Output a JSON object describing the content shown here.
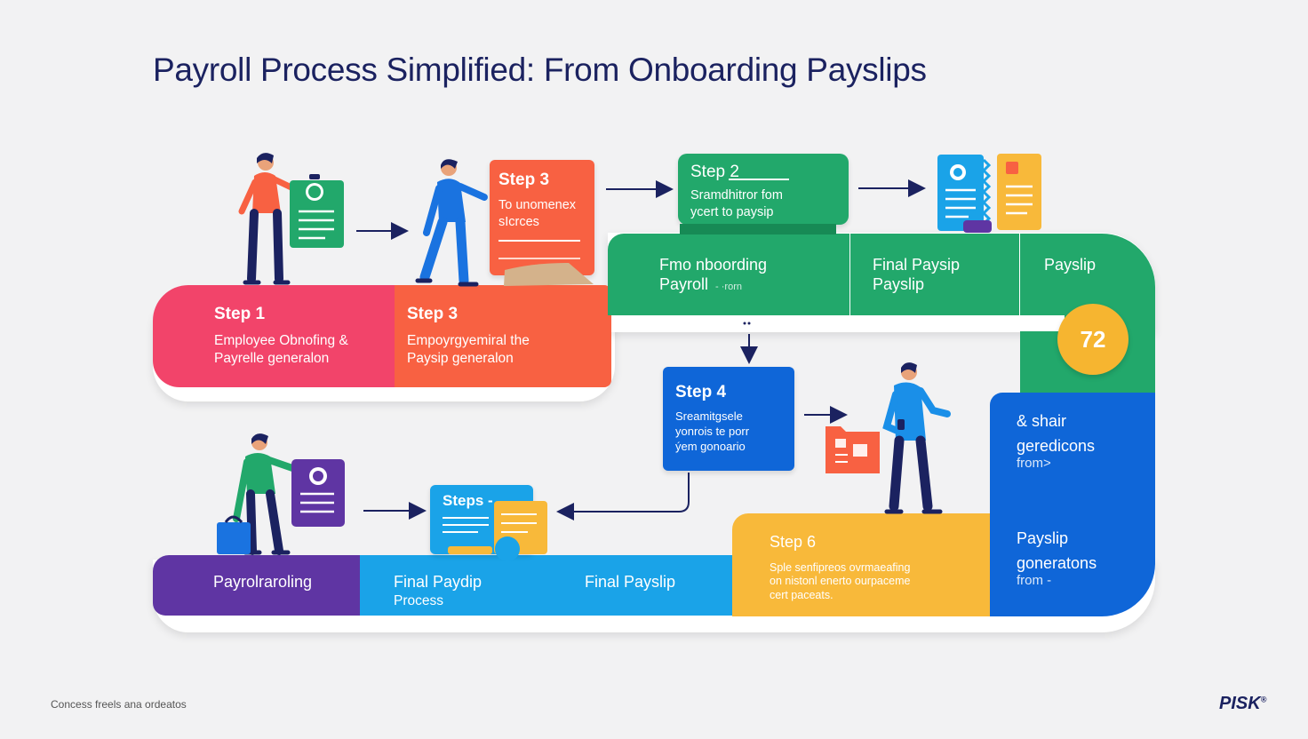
{
  "title": "Payroll Process Simplified: From Onboarding Payslips",
  "footer_text": "Concess freels ana ordeatos",
  "brand": "PISK",
  "brand_mark": "®",
  "badge_value": "72",
  "top_card_step3": {
    "heading": "Step 3",
    "line1": "To unomenex",
    "line2": "sIcrces"
  },
  "top_card_step2": {
    "heading": "Step 2",
    "line1": "Sramdhitror fom",
    "line2": "ycert to paysip"
  },
  "upper_band": {
    "seg1": {
      "heading": "Step 1",
      "line1": "Employee Obnofing &",
      "line2": "Payrelle generalon"
    },
    "seg2": {
      "heading": "Step 3",
      "line1": "Empoyrgyemiral the",
      "line2": "Paysip generalon"
    }
  },
  "middle_band": {
    "seg1": {
      "line1": "Fmo nboording",
      "line2": "Payroll",
      "small": "- ·rorn"
    },
    "seg2": {
      "line1": "Final Paysip",
      "line2": "Payslip"
    },
    "seg3": {
      "line1": "Payslip"
    }
  },
  "right_blue": {
    "upper": {
      "line1": "& shair",
      "line2": "geredicons",
      "small": "from>"
    },
    "lower": {
      "line1": "Payslip",
      "line2": "goneratons",
      "small": "from -"
    }
  },
  "step4_card": {
    "heading": "Step 4",
    "line1": "Sreamitgsele",
    "line2": "yonrois te porr",
    "line3": "ýem gonoario"
  },
  "steps_card": {
    "heading": "Steps -"
  },
  "lower_band": {
    "seg1": {
      "line1": "Payrolraroling"
    },
    "seg2": {
      "line1": "Final Paydip",
      "line2": "Process"
    },
    "seg3": {
      "line1": "Final Payslip"
    },
    "seg4": {
      "heading": "Step 6",
      "line1": "Sple senfipreos ovrmaeafing",
      "line2": "on nistonl enerto ourpaceme",
      "line3": "cert paceats."
    }
  },
  "colors": {
    "pink": "#f2446a",
    "orange": "#f86142",
    "green": "#22a86b",
    "blue": "#0f66d8",
    "sky": "#1aa3e8",
    "purple": "#5f35a3",
    "yellow": "#f8b93a",
    "navy": "#1b2260"
  }
}
